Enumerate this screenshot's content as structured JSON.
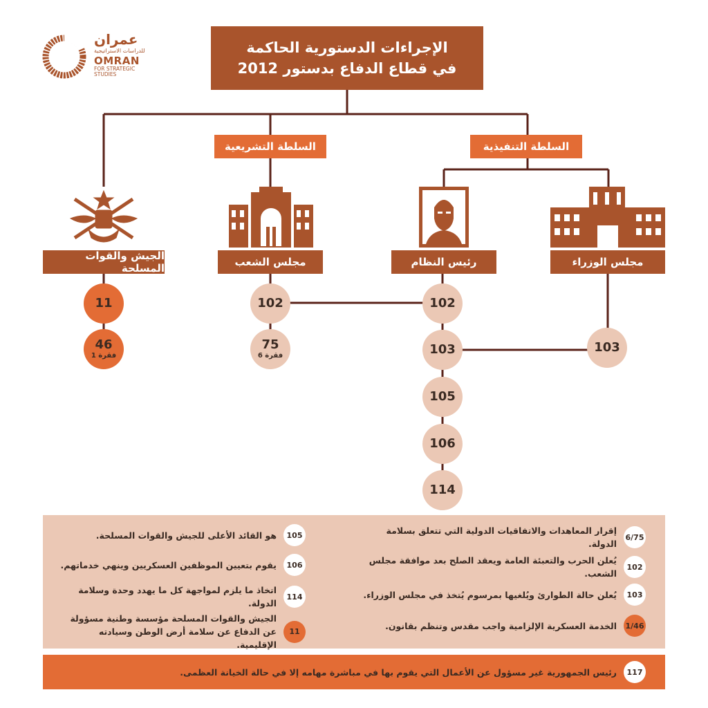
{
  "logo": {
    "arabic_name": "عمران",
    "arabic_sub": "للدراسات الاستراتيجية",
    "english_name": "OMRAN",
    "english_sub1": "FOR STRATEGIC",
    "english_sub2": "STUDIES"
  },
  "title": {
    "line1": "الإجراءات الدستورية الحاكمة",
    "line2": "في قطاع الدفاع بدستور 2012"
  },
  "branches": {
    "executive": "السلطة التنفيذية",
    "legislative": "السلطة التشريعية"
  },
  "entities": {
    "army": "الجيش والقوات المسلحة",
    "parliament": "مجلس الشعب",
    "president": "رئيس النظام",
    "ministers": "مجلس الوزراء"
  },
  "articles": {
    "army_11": "11",
    "army_46": "46",
    "army_46_sub": "فقرة 1",
    "parl_102": "102",
    "parl_75": "75",
    "parl_75_sub": "فقرة 6",
    "pres_102": "102",
    "pres_103": "103",
    "pres_105": "105",
    "pres_106": "106",
    "pres_114": "114",
    "min_103": "103"
  },
  "legend": {
    "left": [
      {
        "badge": "105",
        "text": "هو القائد الأعلى للجيش والقوات المسلحة."
      },
      {
        "badge": "106",
        "text": "يقوم بتعيين الموظفين العسكريين وينهي خدماتهم."
      },
      {
        "badge": "114",
        "text": "اتخاذ ما يلزم لمواجهة كل ما يهدد وحدة وسلامة الدولة."
      },
      {
        "badge": "11",
        "text": "الجيش والقوات المسلحة مؤسسة وطنية مسؤولة عن الدفاع عن سلامة أرض الوطن وسيادته الإقليمية."
      }
    ],
    "right": [
      {
        "badge": "6/75",
        "text": "إقرار المعاهدات والاتفاقيات الدولية التي تتعلق بسلامة الدولة."
      },
      {
        "badge": "102",
        "text": "يُعلن الحرب والتعبئة العامة ويعقد الصلح بعد موافقة مجلس الشعب."
      },
      {
        "badge": "103",
        "text": "يُعلن حالة الطوارئ ويُلغيها بمرسوم يُتخذ في مجلس الوزراء."
      },
      {
        "badge": "1/46",
        "text": "الخدمة العسكرية الإلزامية واجب مقدس وتنظم بقانون."
      }
    ],
    "bottom": {
      "badge": "117",
      "text": "رئيس الجمهورية غير مسؤول عن الأعمال التي يقوم بها في مباشرة مهامه إلا في حالة الخيانة العظمى."
    }
  },
  "colors": {
    "dark": "#a9542c",
    "orange": "#e36c35",
    "light": "#ebc8b5",
    "line": "#5a2218"
  }
}
